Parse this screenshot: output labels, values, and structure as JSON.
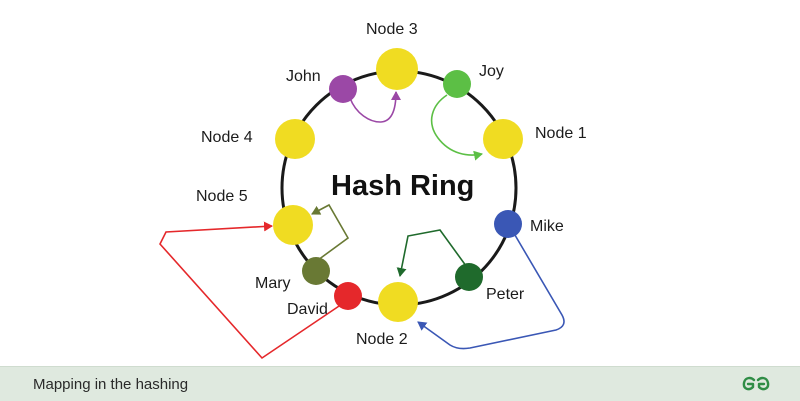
{
  "diagram": {
    "title": "Hash Ring",
    "nodes": [
      {
        "id": "node3",
        "label": "Node 3"
      },
      {
        "id": "node1",
        "label": "Node 1"
      },
      {
        "id": "node2",
        "label": "Node 2"
      },
      {
        "id": "node5",
        "label": "Node 5"
      },
      {
        "id": "node4",
        "label": "Node 4"
      }
    ],
    "keys": [
      {
        "id": "john",
        "label": "John",
        "color": "#9b48a6",
        "maps_to": "Node 3"
      },
      {
        "id": "joy",
        "label": "Joy",
        "color": "#5cbf45",
        "maps_to": "Node 1"
      },
      {
        "id": "mike",
        "label": "Mike",
        "color": "#3a57b5",
        "maps_to": "Node 2"
      },
      {
        "id": "peter",
        "label": "Peter",
        "color": "#1f6a2c",
        "maps_to": "Node 2"
      },
      {
        "id": "david",
        "label": "David",
        "color": "#e5282b",
        "maps_to": "Node 5"
      },
      {
        "id": "mary",
        "label": "Mary",
        "color": "#697934",
        "maps_to": "Node 5"
      }
    ],
    "node_color": "#f0dc22"
  },
  "footer": {
    "caption": "Mapping in the hashing",
    "logo_icon": "gfg-logo-icon",
    "brand_color": "#2f8d46"
  }
}
